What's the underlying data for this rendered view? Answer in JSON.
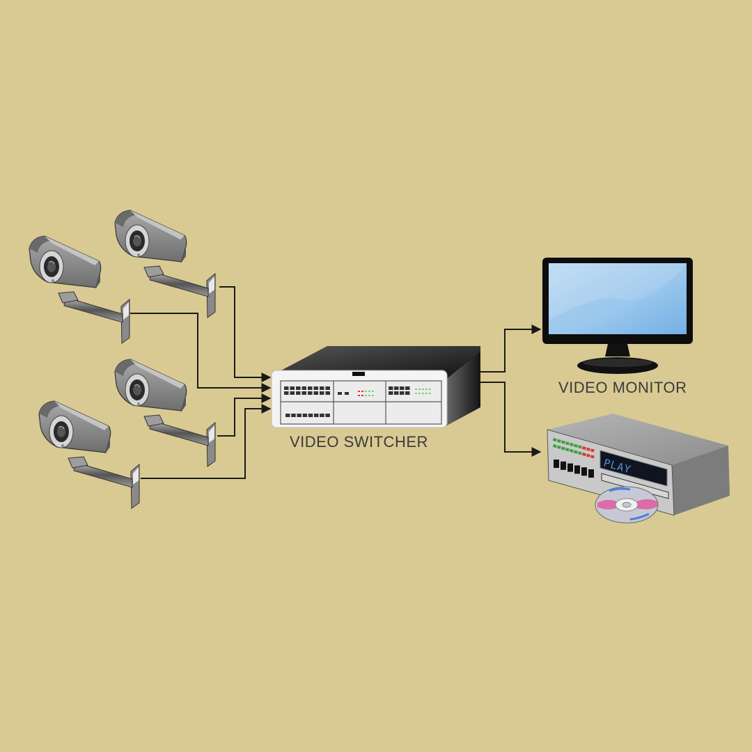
{
  "diagram": {
    "title": "CCTV video switching system",
    "background_color": "#D9CA93",
    "nodes": {
      "cameras": [
        {
          "id": "camera-1",
          "type": "cctv-camera"
        },
        {
          "id": "camera-2",
          "type": "cctv-camera"
        },
        {
          "id": "camera-3",
          "type": "cctv-camera"
        },
        {
          "id": "camera-4",
          "type": "cctv-camera"
        }
      ],
      "switcher": {
        "id": "video-switcher",
        "label": "VIDEO SWITCHER"
      },
      "monitor": {
        "id": "video-monitor",
        "label": "VIDEO MONITOR"
      },
      "recorder": {
        "id": "dvd-recorder",
        "label": "",
        "display_text": "PLAY"
      }
    },
    "edges": [
      {
        "from": "camera-1",
        "to": "video-switcher"
      },
      {
        "from": "camera-2",
        "to": "video-switcher"
      },
      {
        "from": "camera-3",
        "to": "video-switcher"
      },
      {
        "from": "camera-4",
        "to": "video-switcher"
      },
      {
        "from": "video-switcher",
        "to": "video-monitor"
      },
      {
        "from": "video-switcher",
        "to": "dvd-recorder"
      }
    ],
    "colors": {
      "connector": "#1a1a1a",
      "camera_body": "#8f8f8f",
      "switcher_front": "#f2f2f2",
      "switcher_body": "#1e1e1e",
      "monitor_screen": "#9cc8ee",
      "recorder_body": "#a8a8a8",
      "display_text": "#5a8fd8",
      "led_green": "#3aa03a",
      "led_red": "#d83a2a"
    }
  }
}
